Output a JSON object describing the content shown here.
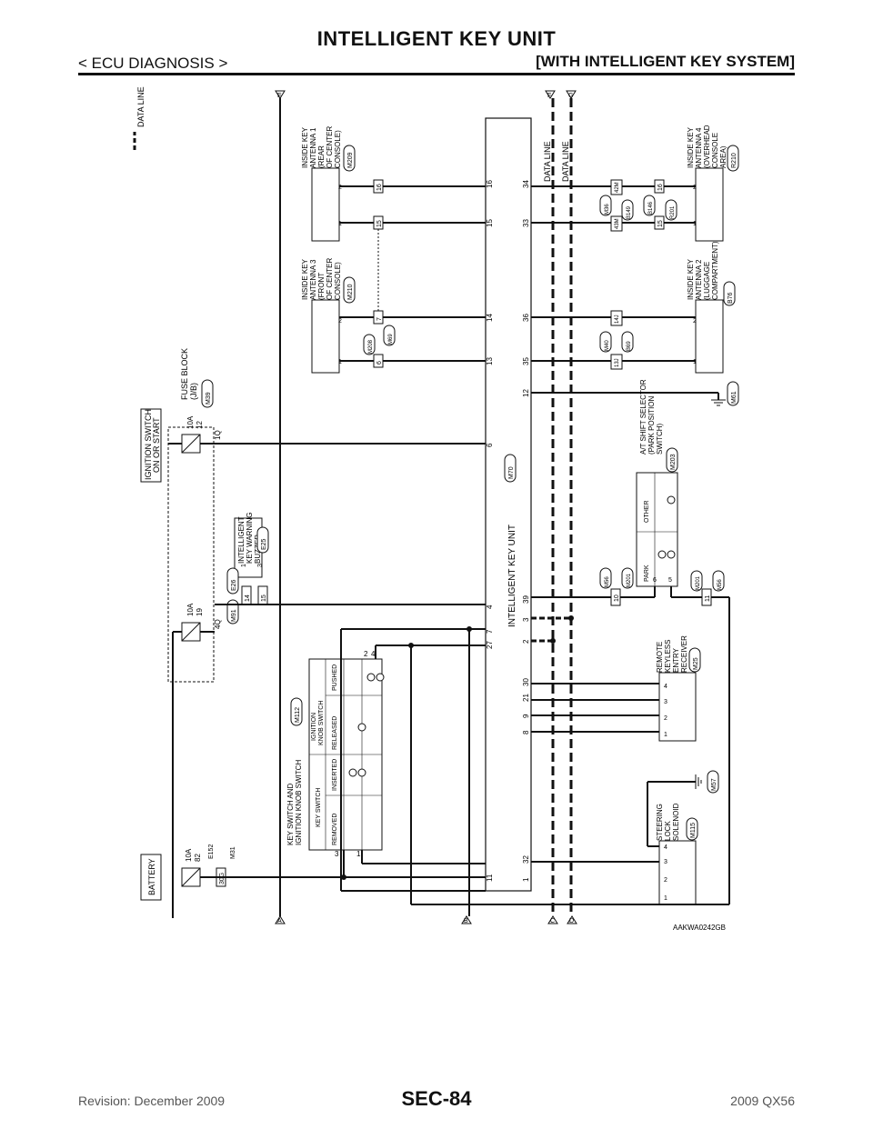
{
  "header": {
    "title": "INTELLIGENT KEY UNIT",
    "section": "< ECU DIAGNOSIS >",
    "system": "[WITH INTELLIGENT KEY SYSTEM]"
  },
  "footer": {
    "revision": "Revision: December 2009",
    "page": "SEC-84",
    "model": "2009 QX56"
  },
  "legend": {
    "data_line": "DATA LINE"
  },
  "figure_id": "AAKWA0242GB",
  "connectors_off_page": [
    "A",
    "B",
    "C",
    "D",
    "E",
    "F",
    "G"
  ],
  "components": {
    "battery": {
      "label": "BATTERY",
      "fuse": "10A",
      "fuse_no": "82",
      "conn_e": "E152",
      "conn_m": "M31",
      "term": "30G"
    },
    "ignition": {
      "label1": "IGNITION SWITCH",
      "label2": "ON OR START"
    },
    "fuse_block": {
      "label1": "FUSE BLOCK",
      "label2": "(J/B)",
      "conn": "M39",
      "fuse_a": "10A",
      "fuse_a_no": "12",
      "term_a": "1Q",
      "fuse_b": "10A",
      "fuse_b_no": "19",
      "term_b": "4Q"
    },
    "buzzer": {
      "label1": "INTELLIGENT",
      "label2": "KEY WARNING",
      "label3": "BUZZER",
      "conn": "E25",
      "conn_e": "E26",
      "conn_m": "M91",
      "pin1": "1",
      "pin3": "3",
      "t14": "14",
      "t15": "15"
    },
    "key_switch": {
      "label1": "KEY SWITCH AND",
      "label2": "IGNITION KNOB SWITCH",
      "conn": "M112",
      "col_key": "KEY SWITCH",
      "col_ign1": "IGNITION",
      "col_ign2": "KNOB SWITCH",
      "removed": "REMOVED",
      "inserted": "INSERTED",
      "released": "RELEASED",
      "pushed": "PUSHED",
      "p1": "1",
      "p2": "2",
      "p3": "3",
      "p4": "4"
    },
    "ecu": {
      "label": "INTELLIGENT KEY UNIT",
      "conn": "M70",
      "pins_left": [
        "11",
        "1",
        "32",
        "8",
        "9",
        "21",
        "30",
        "2",
        "3",
        "27",
        "7",
        "4",
        "39",
        "6",
        "12",
        "13",
        "35",
        "14",
        "36",
        "15",
        "33",
        "16",
        "34"
      ]
    },
    "antenna3": {
      "label1": "INSIDE KEY",
      "label2": "ANTENNA 3",
      "label3": "(FRONT",
      "label4": "OF CENTER",
      "label5": "CONSOLE)",
      "conn": "M210",
      "p1": "1",
      "p2": "2",
      "j1": "M208",
      "j2": "M69",
      "t6": "6",
      "t7": "7"
    },
    "antenna1": {
      "label1": "INSIDE KEY",
      "label2": "ANTENNA 1",
      "label3": "(REAR",
      "label4": "OF CENTER",
      "label5": "CONSOLE)",
      "conn": "M209",
      "p1": "1",
      "p2": "2",
      "t15": "15",
      "t16": "16"
    },
    "antenna2": {
      "label1": "INSIDE KEY",
      "label2": "ANTENNA 2",
      "label3": "(LUGGAGE",
      "label4": "COMPARTMENT)",
      "conn": "B76",
      "p1": "1",
      "p2": "2",
      "j1": "M40",
      "j2": "B69",
      "t13": "13J",
      "t14": "14J"
    },
    "antenna4": {
      "label1": "INSIDE KEY",
      "label2": "ANTENNA 4",
      "label3": "(OVERHEAD",
      "label4": "CONSOLE",
      "label5": "AREA)",
      "conn": "R210",
      "p1": "1",
      "p2": "2",
      "j1": "M36",
      "j2": "B149",
      "j3": "B146",
      "j4": "R201",
      "t43": "43M",
      "t42": "42M",
      "t15": "15",
      "t16": "16"
    },
    "shift": {
      "label1": "A/T SHIFT SELECTOR",
      "label2": "(PARK POSITION",
      "label3": "SWITCH)",
      "conn": "M203",
      "park": "PARK",
      "other": "OTHER",
      "p5": "5",
      "p6": "6",
      "j1": "M56",
      "j2": "M201",
      "j3": "M201",
      "j4": "M56",
      "t10": "10",
      "t11": "11"
    },
    "rke": {
      "label1": "REMOTE",
      "label2": "KEYLESS",
      "label3": "ENTRY",
      "label4": "RECEIVER",
      "conn": "M25",
      "p1": "1",
      "p2": "2",
      "p3": "3",
      "p4": "4"
    },
    "steering": {
      "label1": "STEERING",
      "label2": "LOCK",
      "label3": "SOLENOID",
      "conn": "M115",
      "p1": "1",
      "p2": "2",
      "p3": "3",
      "p4": "4"
    },
    "grounds": {
      "g1": "M57",
      "g2": "M61"
    }
  }
}
